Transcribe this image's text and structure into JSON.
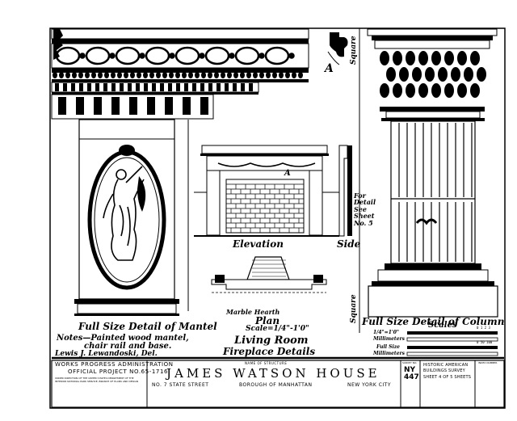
{
  "drawing": {
    "detail_a_marker": "A",
    "detail_a_marker_elev": "A",
    "square_label_top": "Square",
    "square_label_bottom": "Square",
    "mantel_caption": "Full Size Detail of Mantel",
    "column_caption": "Full Size Detail of Column",
    "elevation_caption": "Elevation",
    "side_caption": "Side",
    "see_detail_note": "For Detail See Sheet No. 5",
    "plan_caption": "Plan",
    "plan_scale": "Scale=1/4\"-1'0\"",
    "marble_hearth": "Marble Hearth",
    "title_line1": "Living Room",
    "title_line2": "Fireplace Details",
    "notes_line1": "Notes—Painted wood mantel,",
    "notes_line2": "chair rail and base.",
    "delineator": "Lewis J. Lewandoski, Del."
  },
  "scales": {
    "title": "Scales",
    "rows": [
      {
        "label": "1/4\"=1'0\"",
        "label2": "Millimeters",
        "mark": "0 1 2 3"
      },
      {
        "label": "Full Size",
        "label2": "Millimeters",
        "mark": "0 50 100"
      }
    ]
  },
  "title_block": {
    "agency_line1": "WORKS PROGRESS ADMINISTRATION",
    "agency_line2": "OFFICIAL PROJECT No.65-1716",
    "agency_fine": "UNDER DIRECTION OF THE UNITED STATES DEPARTMENT OF THE INTERIOR NATIONAL PARK SERVICE, BRANCH OF PLANS AND DESIGN",
    "structure_label": "NAME OF STRUCTURE",
    "structure_name": "JAMES WATSON HOUSE",
    "address": "No. 7 STATE STREET",
    "borough": "BOROUGH OF MANHATTAN",
    "city": "NEW YORK CITY",
    "survey_no_label": "SURVEY NO.",
    "survey_no": "NY 447",
    "survey_name_line1": "HISTORIC AMERICAN",
    "survey_name_line2": "BUILDINGS SURVEY",
    "sheet_text": "SHEET 4 OF 5 SHEETS",
    "index_label": "INDEX NUMBER"
  }
}
